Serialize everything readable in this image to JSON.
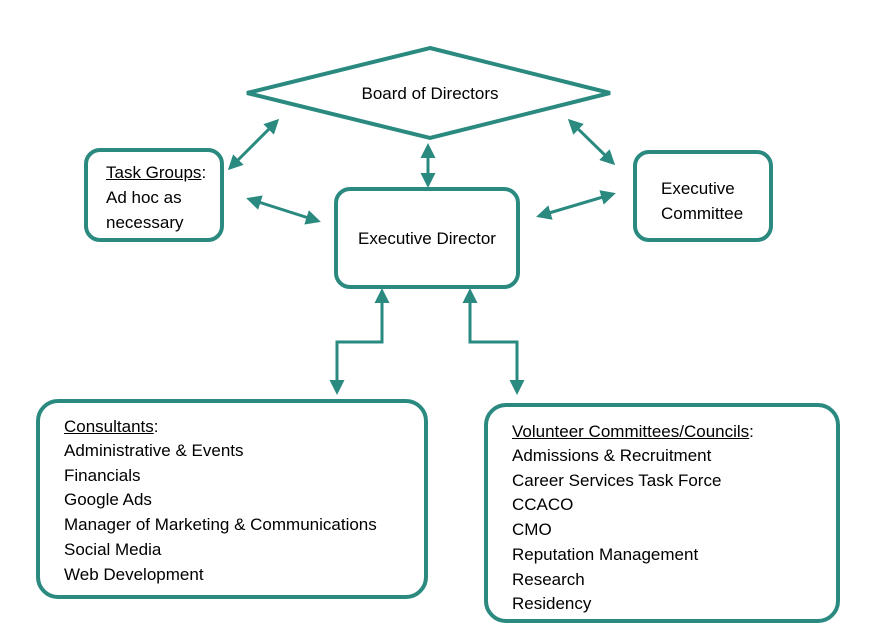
{
  "diagram": {
    "accent_color": "#2a8a80",
    "board": {
      "label": "Board of Directors"
    },
    "executive_director": {
      "label": "Executive Director"
    },
    "executive_committee": {
      "line1": "Executive",
      "line2": "Committee"
    },
    "task_groups": {
      "title": "Task Groups",
      "colon": ":",
      "line1": "Ad hoc as",
      "line2": "necessary"
    },
    "consultants": {
      "title": "Consultants",
      "colon": ":",
      "items": [
        "Administrative & Events",
        "Financials",
        "Google Ads",
        "Manager of Marketing & Communications",
        "Social Media",
        "Web Development"
      ]
    },
    "volunteer": {
      "title": "Volunteer Committees/Councils",
      "colon": ":",
      "items": [
        "Admissions & Recruitment",
        "Career Services Task Force",
        "CCACO",
        "CMO",
        "Reputation Management",
        "Research",
        "Residency"
      ]
    }
  }
}
